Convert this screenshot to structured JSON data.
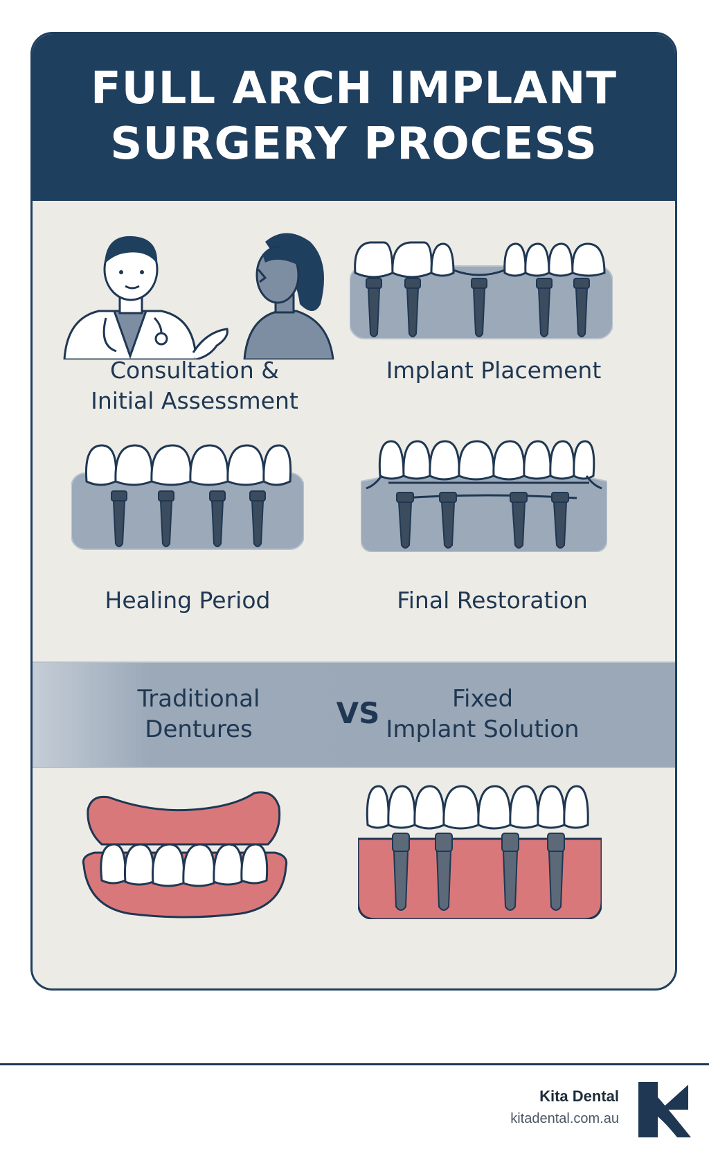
{
  "header": {
    "title_line1": "FULL ARCH IMPLANT",
    "title_line2": "SURGERY PROCESS"
  },
  "steps": [
    {
      "line1": "Consultation &",
      "line2": "Initial Assessment"
    },
    {
      "line1": "Implant Placement"
    },
    {
      "line1": "Healing Period"
    },
    {
      "line1": "Final Restoration"
    }
  ],
  "comparison": {
    "left_line1": "Traditional",
    "left_line2": "Dentures",
    "vs": "VS",
    "right_line1": "Fixed",
    "right_line2": "Implant Solution"
  },
  "footer": {
    "brand_name": "Kita Dental",
    "brand_url": "kitadental.com.au"
  },
  "colors": {
    "navy": "#1f3f5e",
    "panel": "#ecebe6",
    "gum_gray": "#9ba9b9",
    "gum_pink": "#d9787a",
    "tooth": "#ffffff"
  },
  "icons": [
    "doctor-icon",
    "patient-icon",
    "implant-placement-icon",
    "healing-icon",
    "final-restoration-icon",
    "denture-icon",
    "fixed-implant-icon",
    "kita-logo-icon"
  ]
}
